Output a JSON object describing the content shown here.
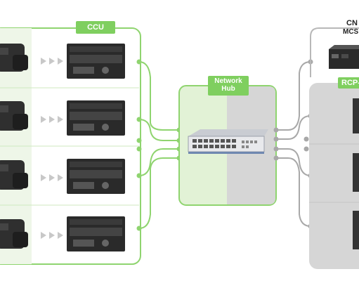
{
  "labels": {
    "ccu": "CCU",
    "network_hub": "Network\nHub",
    "cna": "CN",
    "mcs": "MCS I",
    "rcp": "RCP-"
  },
  "colors": {
    "green_line": "#8fd46f",
    "green_label": "#7fcf5f",
    "green_panel": "#e2f2d6",
    "left_panel": "#eef6e8",
    "gray_panel": "#d6d6d6",
    "gray_line": "#a8a8a8",
    "device_dark": "#2a2a2a"
  },
  "icons": {
    "camera": "camera-icon",
    "ccu": "ccu-unit-icon",
    "hub": "network-switch-icon",
    "cna": "cna-unit-icon",
    "rcp": "rcp-panel-icon",
    "arrow": "triple-arrow-icon"
  }
}
